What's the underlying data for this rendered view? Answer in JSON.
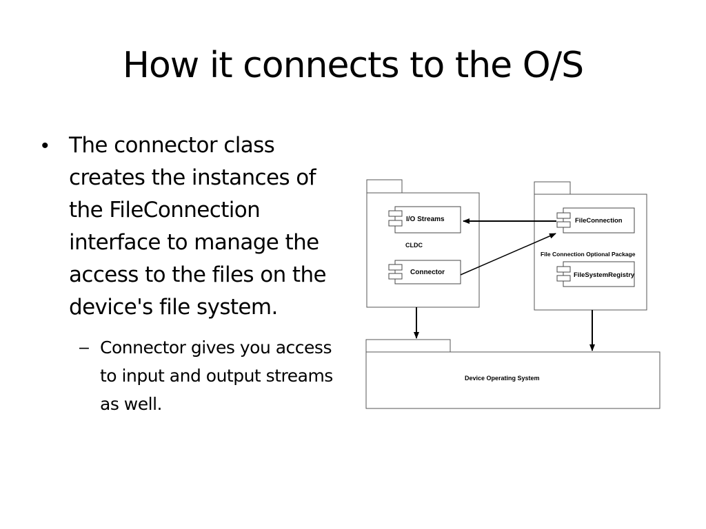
{
  "slide": {
    "title": "How it connects to the O/S"
  },
  "bullets": {
    "main_mark": "•",
    "main_text": "The connector class creates the instances of the FileConnection interface to manage the access to the files on the device's file system.",
    "sub_mark": "–",
    "sub_text": "Connector gives you access to input and output streams as well."
  },
  "diagram": {
    "cldc_label": "CLDC",
    "io_streams_label": "I/O Streams",
    "connector_label": "Connector",
    "file_connection_label": "FileConnection",
    "optional_package_label": "File Connection Optional Package",
    "file_system_registry_label": "FileSystemRegistry",
    "device_os_label": "Device Operating System"
  }
}
